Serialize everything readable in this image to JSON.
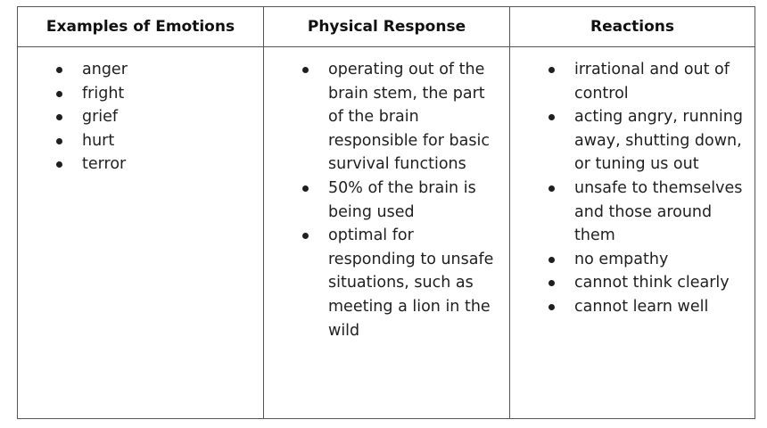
{
  "table": {
    "headers": [
      "Examples of Emotions",
      "Physical Response",
      "Reactions"
    ],
    "columns": [
      [
        "anger",
        "fright",
        "grief",
        "hurt",
        "terror"
      ],
      [
        "operating out of the brain stem, the part of the brain responsible for basic survival functions",
        "50% of the brain is being used",
        "optimal for responding to unsafe situations, such as meeting a lion in the wild"
      ],
      [
        "irrational and out of control",
        "acting angry, running away, shutting down, or tuning us out",
        "unsafe to themselves and those around them",
        "no empathy",
        "cannot think clearly",
        "cannot learn well"
      ]
    ]
  }
}
